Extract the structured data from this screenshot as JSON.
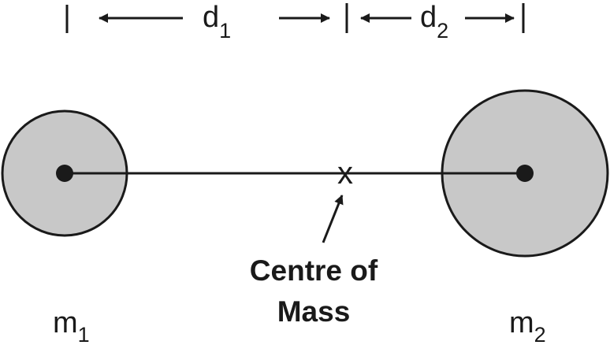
{
  "colors": {
    "mass_fill": "#c8c8c8",
    "stroke": "#1a1a1a",
    "background": "#ffffff"
  },
  "distance_1": {
    "symbol": "d",
    "subscript": "1"
  },
  "distance_2": {
    "symbol": "d",
    "subscript": "2"
  },
  "mass_1": {
    "symbol": "m",
    "subscript": "1"
  },
  "mass_2": {
    "symbol": "m",
    "subscript": "2"
  },
  "centre_marker": "x",
  "centre_label": {
    "line1": "Centre of",
    "line2": "Mass"
  }
}
